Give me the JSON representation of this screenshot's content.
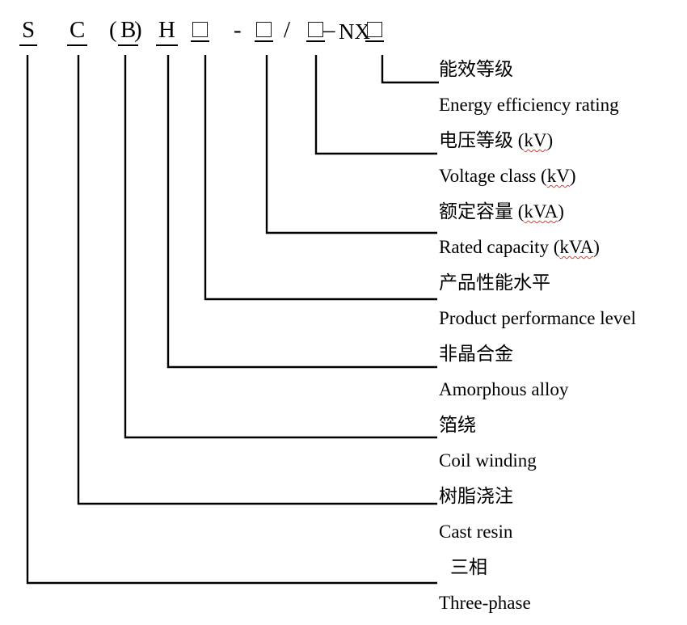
{
  "model_code": {
    "full_text": "S C (B) H □ - □ / □ – NX□",
    "parts": [
      {
        "text": "S",
        "type": "char",
        "underline": true
      },
      {
        "text": "C",
        "type": "char",
        "underline": true
      },
      {
        "text": "(",
        "type": "char",
        "underline": false
      },
      {
        "text": "B",
        "type": "char",
        "underline": true
      },
      {
        "text": ")",
        "type": "char",
        "underline": false
      },
      {
        "text": "H",
        "type": "char",
        "underline": true
      },
      {
        "text": "□",
        "type": "box",
        "underline": true
      },
      {
        "text": "-",
        "type": "char",
        "underline": false
      },
      {
        "text": "□",
        "type": "box",
        "underline": true
      },
      {
        "text": "/",
        "type": "char",
        "underline": false
      },
      {
        "text": "□",
        "type": "box",
        "underline": true
      },
      {
        "text": "–",
        "type": "char",
        "underline": false
      },
      {
        "text": "NX",
        "type": "char",
        "underline": false
      },
      {
        "text": "□",
        "type": "box",
        "underline": true
      }
    ]
  },
  "legend": [
    {
      "lang": "zh",
      "indent": false,
      "segments": [
        {
          "t": "能效等级"
        }
      ]
    },
    {
      "lang": "en",
      "indent": false,
      "segments": [
        {
          "t": "Energy efficiency rating"
        }
      ]
    },
    {
      "lang": "zh",
      "indent": false,
      "segments": [
        {
          "t": "电压等级 ("
        },
        {
          "t": "kV",
          "sq": true
        },
        {
          "t": ")"
        }
      ]
    },
    {
      "lang": "en",
      "indent": false,
      "segments": [
        {
          "t": "Voltage class ("
        },
        {
          "t": "kV",
          "sq": true
        },
        {
          "t": ")"
        }
      ]
    },
    {
      "lang": "zh",
      "indent": false,
      "segments": [
        {
          "t": "额定容量 ("
        },
        {
          "t": "kVA",
          "sq": true
        },
        {
          "t": ")"
        }
      ]
    },
    {
      "lang": "en",
      "indent": false,
      "segments": [
        {
          "t": "Rated capacity ("
        },
        {
          "t": "kVA",
          "sq": true
        },
        {
          "t": ")"
        }
      ]
    },
    {
      "lang": "zh",
      "indent": false,
      "segments": [
        {
          "t": "产品性能水平"
        }
      ]
    },
    {
      "lang": "en",
      "indent": false,
      "segments": [
        {
          "t": "Product performance level"
        }
      ]
    },
    {
      "lang": "zh",
      "indent": false,
      "segments": [
        {
          "t": "非晶合金"
        }
      ]
    },
    {
      "lang": "en",
      "indent": false,
      "segments": [
        {
          "t": "Amorphous alloy"
        }
      ]
    },
    {
      "lang": "zh",
      "indent": false,
      "segments": [
        {
          "t": "箔绕"
        }
      ]
    },
    {
      "lang": "en",
      "indent": false,
      "segments": [
        {
          "t": "Coil winding"
        }
      ]
    },
    {
      "lang": "zh",
      "indent": false,
      "segments": [
        {
          "t": "树脂浇注"
        }
      ]
    },
    {
      "lang": "en",
      "indent": false,
      "segments": [
        {
          "t": "Cast resin"
        }
      ]
    },
    {
      "lang": "zh",
      "indent": true,
      "segments": [
        {
          "t": "三相"
        }
      ]
    },
    {
      "lang": "en",
      "indent": false,
      "segments": [
        {
          "t": "Three-phase"
        }
      ]
    }
  ],
  "colors": {
    "text": "#000000",
    "line": "#000000",
    "spellcheck_underline": "#e8392b",
    "background": "#ffffff"
  }
}
